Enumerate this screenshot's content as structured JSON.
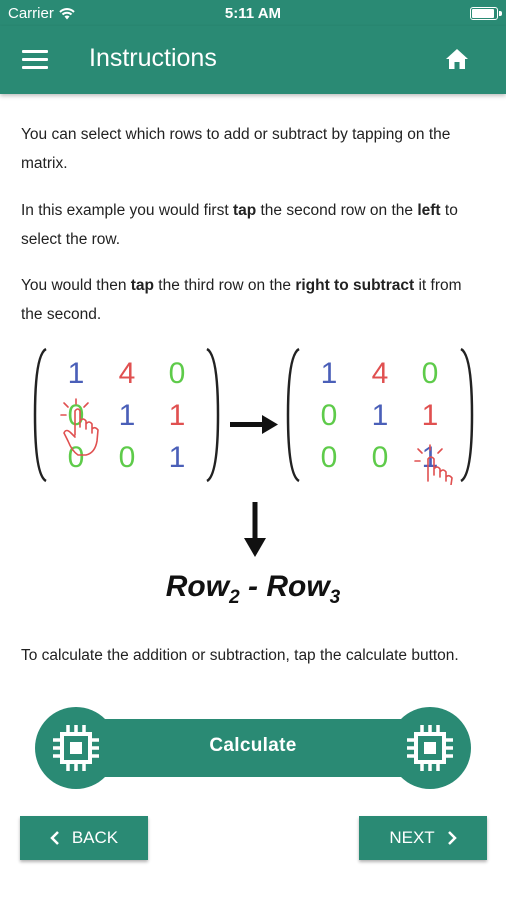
{
  "status": {
    "carrier": "Carrier",
    "time": "5:11 AM"
  },
  "header": {
    "title": "Instructions",
    "menu_icon": "hamburger-menu-icon",
    "home_icon": "home-icon"
  },
  "instructions": {
    "p1": "You can select which rows to add or subtract by tapping on the matrix.",
    "p2_a": "In this example you would first ",
    "p2_b": "tap",
    "p2_c": " the second row on the ",
    "p2_d": "left",
    "p2_e": " to select the row.",
    "p3_a": "You would then ",
    "p3_b": "tap",
    "p3_c": " the third row on the ",
    "p3_d": "right to subtract",
    "p3_e": " it from the second.",
    "p4": "To calculate the addition or subtraction, tap the calculate button."
  },
  "example": {
    "left_matrix": [
      [
        "1",
        "4",
        "0"
      ],
      [
        "0",
        "1",
        "1"
      ],
      [
        "0",
        "0",
        "1"
      ]
    ],
    "right_matrix": [
      [
        "1",
        "4",
        "0"
      ],
      [
        "0",
        "1",
        "1"
      ],
      [
        "0",
        "0",
        "1"
      ]
    ],
    "formula_row": "Row",
    "formula_sub1": "2",
    "formula_minus": " - ",
    "formula_sub2": "3",
    "colors": {
      "one": "#4a5fb8",
      "four": "#e05050",
      "zero": "#5ecb4a"
    }
  },
  "calculate_button": {
    "label": "Calculate"
  },
  "nav": {
    "back_label": "BACK",
    "next_label": "NEXT"
  },
  "colors": {
    "primary": "#2a8a74"
  }
}
